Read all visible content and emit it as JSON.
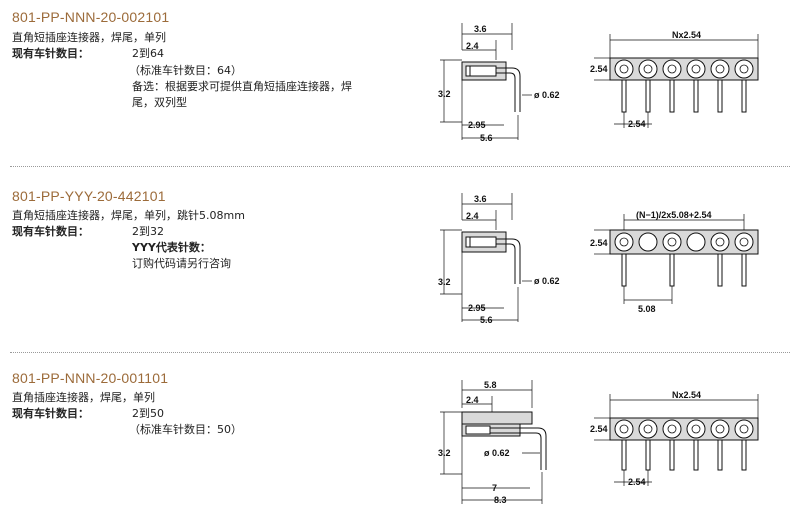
{
  "sections": [
    {
      "part_number": "801-PP-NNN-20-002101",
      "description": "直角短插座连接器，焊尾，单列",
      "qty_label": "现有车针数目：",
      "qty_value": "2到64",
      "notes": [
        "（标准车针数目：64）",
        "备选：根据要求可提供直角短插座连接器，焊",
        "尾，双列型"
      ],
      "side_dims": {
        "top": "3.6",
        "second": "2.4",
        "height": "3.2",
        "pin": "ø 0.62",
        "bottom_inner": "2.95",
        "bottom_outer": "5.6"
      },
      "front_dims": {
        "top": "Nx2.54",
        "height": "2.54",
        "pitch": "2.54"
      }
    },
    {
      "part_number": "801-PP-YYY-20-442101",
      "description": "直角短插座连接器，焊尾，单列，跳针5.08mm",
      "qty_label": "现有车针数目：",
      "qty_value": "2到32",
      "notes": [
        "YYY代表针数：",
        "订购代码请另行咨询"
      ],
      "side_dims": {
        "top": "3.6",
        "second": "2.4",
        "height": "3.2",
        "pin": "ø 0.62",
        "bottom_inner": "2.95",
        "bottom_outer": "5.6"
      },
      "front_dims": {
        "top": "(N−1)/2x5.08+2.54",
        "height": "2.54",
        "pitch": "5.08"
      }
    },
    {
      "part_number": "801-PP-NNN-20-001101",
      "description": "直角插座连接器，焊尾，单列",
      "qty_label": "现有车针数目：",
      "qty_value": "2到50",
      "notes": [
        "（标准车针数目：50）"
      ],
      "side_dims": {
        "top": "5.8",
        "second": "2.4",
        "height": "3.2",
        "pin": "ø 0.62",
        "bottom_inner": "7",
        "bottom_outer": "8.3"
      },
      "front_dims": {
        "top": "Nx2.54",
        "height": "2.54",
        "pitch": "2.54"
      }
    }
  ]
}
